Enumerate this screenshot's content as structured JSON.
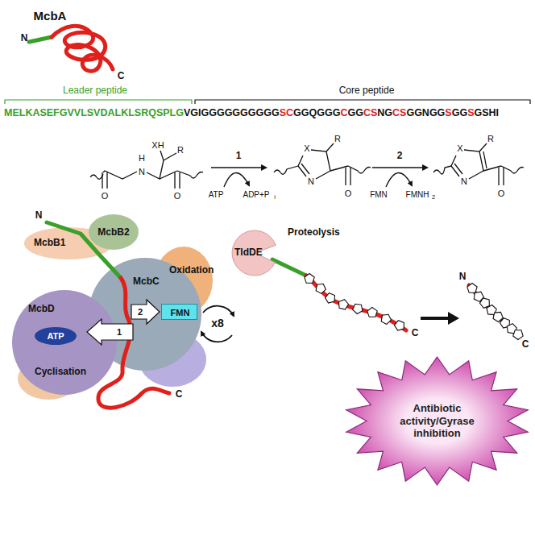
{
  "diagram": {
    "nodes": [
      {
        "text": [
          "McbB1"
        ]
      },
      {
        "text": [
          "McbB2"
        ]
      },
      {
        "text": [
          "McbC",
          "Oxidation"
        ]
      },
      {
        "text": [
          "FMN"
        ],
        "in": 2
      },
      {
        "text": [
          "McbD",
          "Cyclisation"
        ]
      },
      {
        "text": [
          "ATP"
        ],
        "in": 4
      },
      {
        "text": [
          "TldDE",
          "Proteolysis"
        ]
      },
      {
        "text": [
          "Antibiotic activity/Gyrase inhibition"
        ]
      }
    ],
    "labels": [
      "McbA",
      "N",
      "C",
      "Leader peptide",
      "Core peptide",
      "MELKASEFGVVLSVDALKLSRQSPLG",
      "VGIGGGGGGGGGG",
      "SC",
      "GGQGGG",
      "C",
      "GG",
      "CS",
      "NG",
      "CS",
      "GGNGG",
      "S",
      "GG",
      "S",
      "GSHI",
      "XH",
      "R",
      "H",
      "N",
      "O",
      "O",
      "1",
      "ATP",
      "ADP+P",
      "i",
      "X",
      "R",
      "N",
      "O",
      "2",
      "FMN",
      "FMNH",
      "2",
      "X",
      "R",
      "N",
      "O",
      "N",
      "C",
      "1",
      "2",
      "x8",
      "N",
      "C",
      "C"
    ]
  }
}
